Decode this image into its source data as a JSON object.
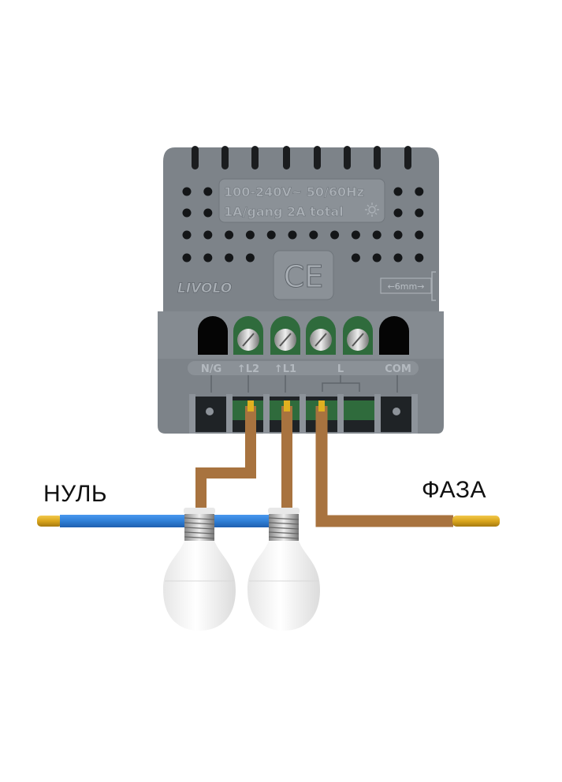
{
  "device": {
    "brand": "LIVOLO",
    "rating_line1": "100-240V~  50/60Hz",
    "rating_line2": "1A/gang 2A total",
    "certification": "CE",
    "strip_length": "←6mm→",
    "terminals": [
      "N/G",
      "↑L2",
      "↑L1",
      "L",
      "COM"
    ],
    "icons": [
      "sun-icon"
    ]
  },
  "labels": {
    "neutral": "НУЛЬ",
    "phase": "ФАЗА"
  },
  "colors": {
    "body": "#7d8389",
    "neutral_wire": "#2f7fd6",
    "live_wire": "#a8733f",
    "copper_tip": "#e0b020",
    "terminal_green": "#2f6b3c"
  }
}
